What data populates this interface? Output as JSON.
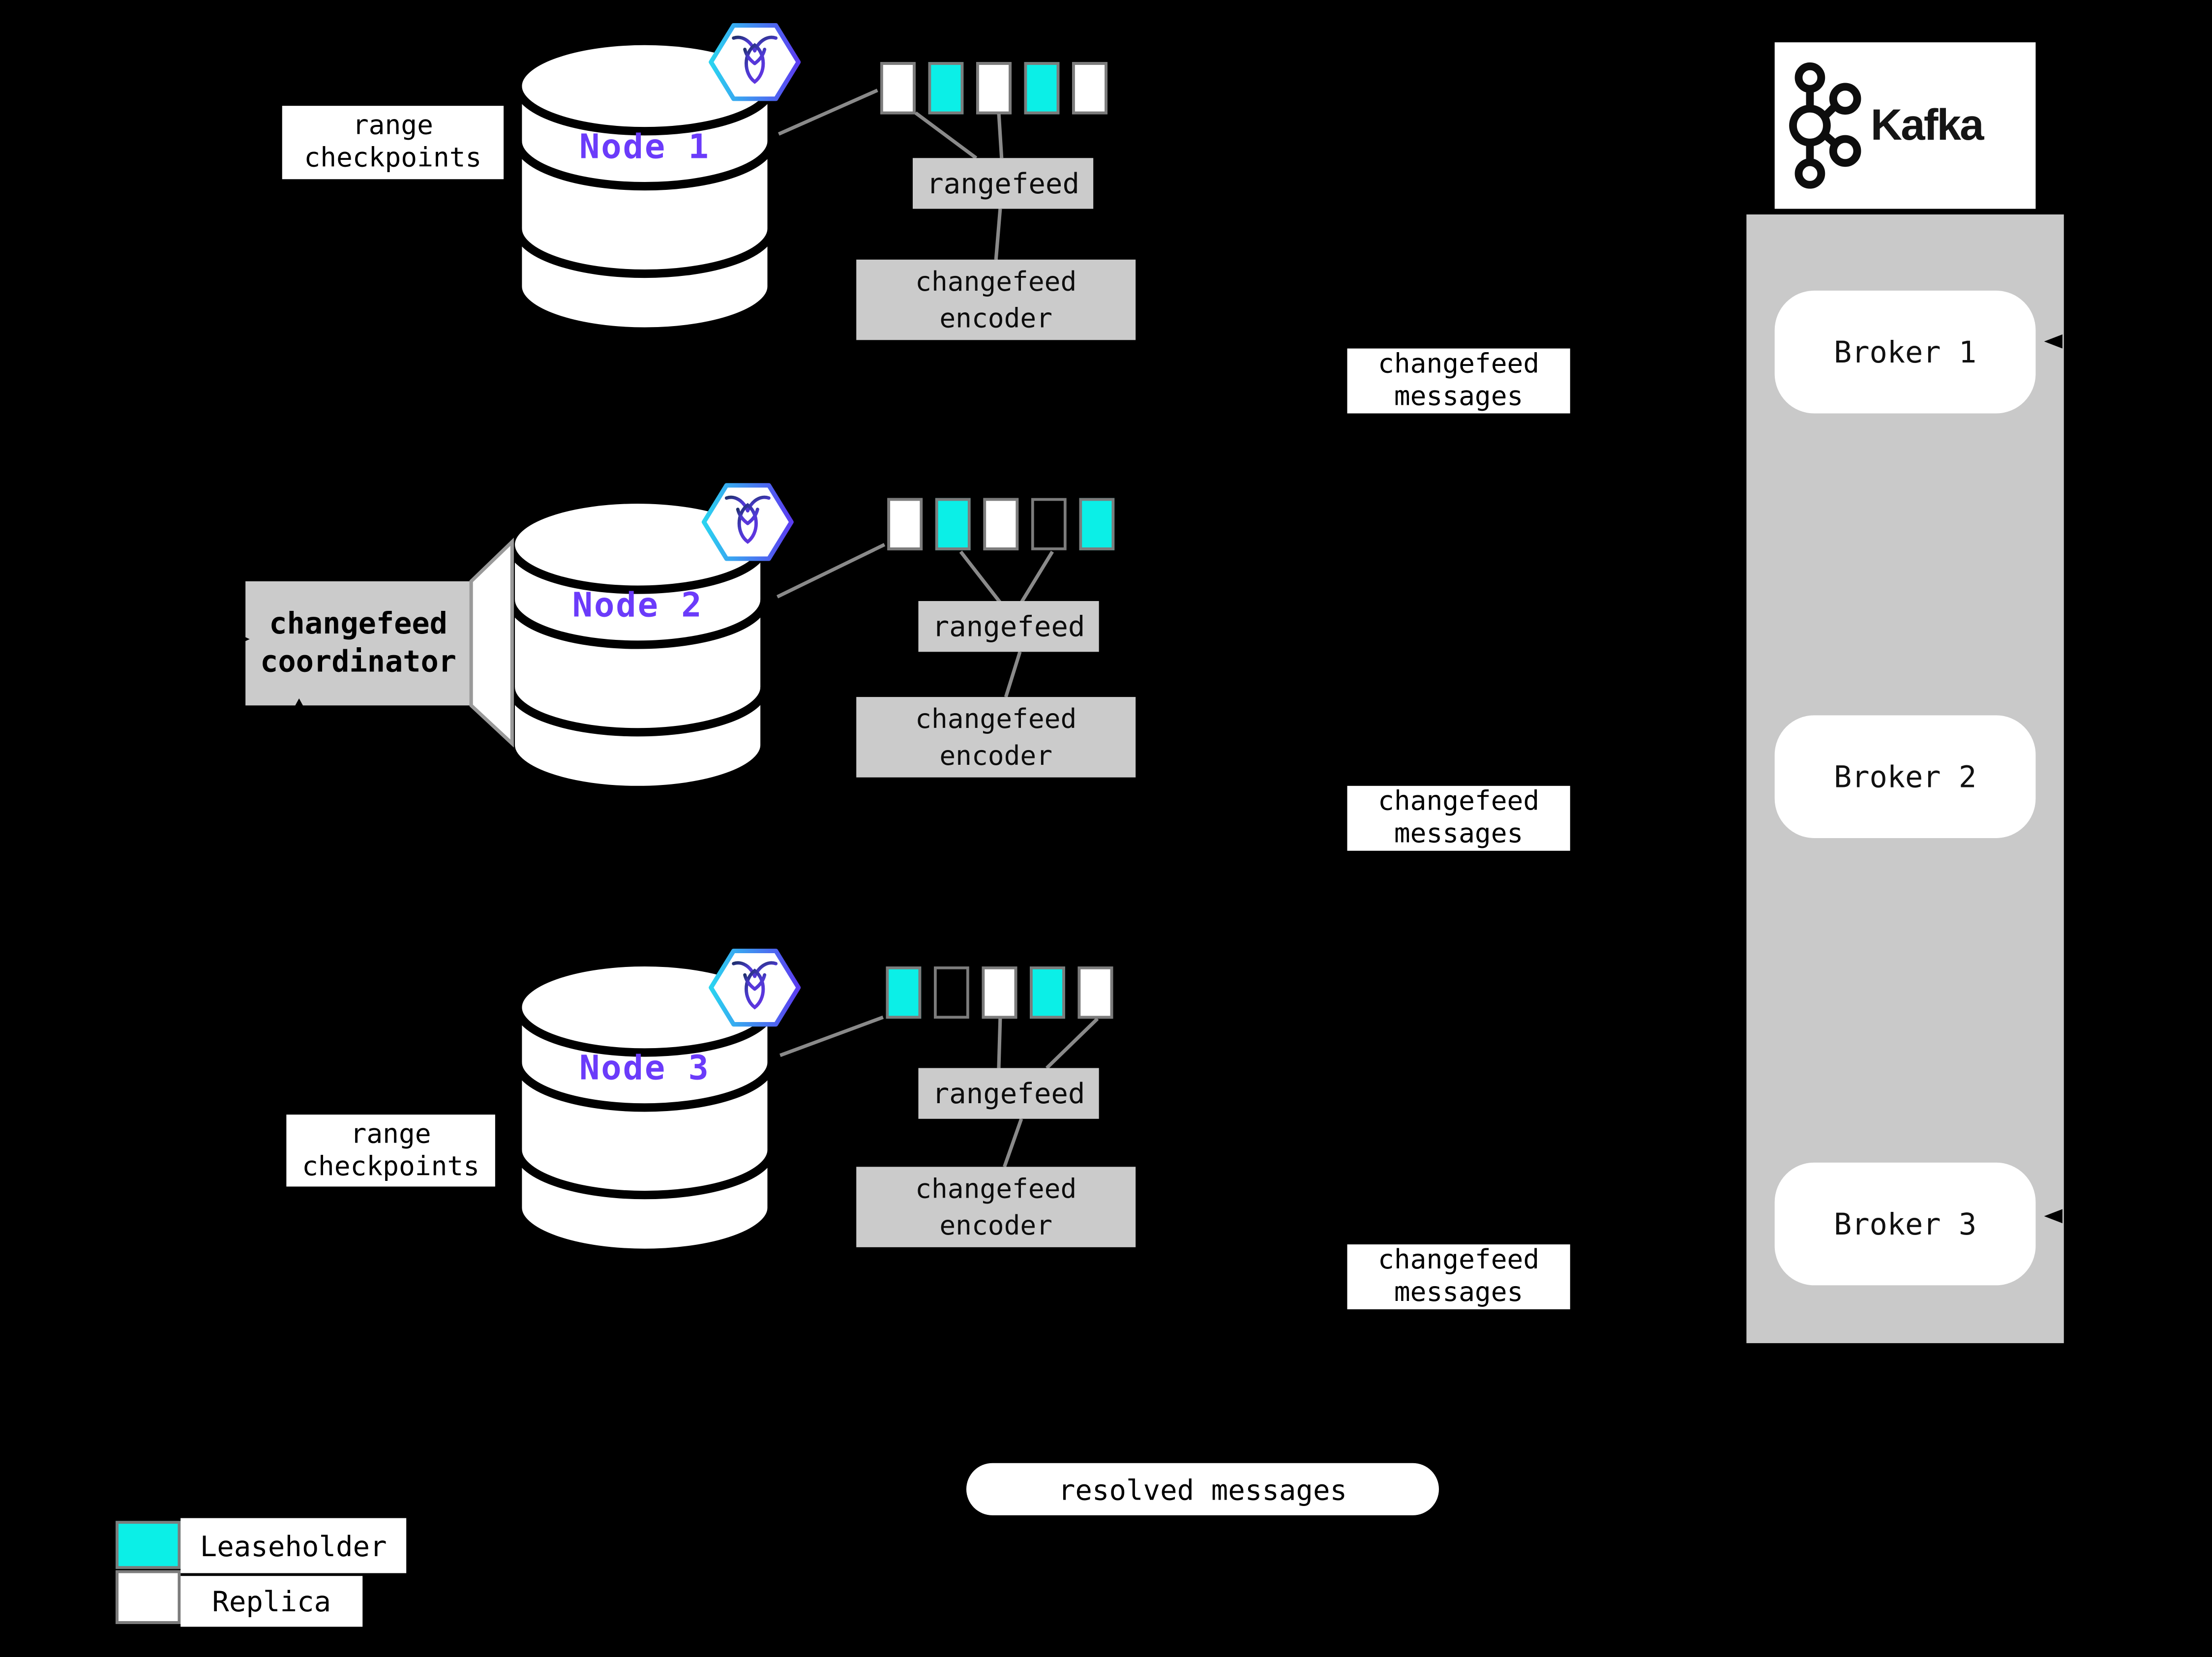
{
  "diagram": {
    "colors": {
      "leaseholder_cyan": "#0BEFE7",
      "replica_white": "#FFFFFF",
      "node_purple": "#6B3BFA",
      "box_gray": "#CBCBCB",
      "panel_gray": "#C9C9C9",
      "block_border": "#7C7C7C",
      "line_gray": "#8A8A8A"
    },
    "icons": {
      "node_badge": "cockroachdb-icon",
      "kafka_logo": "kafka-icon"
    },
    "nodes": [
      {
        "name": "Node 1",
        "ranges": [
          "replica",
          "leaseholder",
          "replica",
          "leaseholder",
          "replica"
        ]
      },
      {
        "name": "Node 2",
        "ranges": [
          "replica",
          "leaseholder",
          "replica",
          "empty",
          "leaseholder"
        ]
      },
      {
        "name": "Node 3",
        "ranges": [
          "leaseholder",
          "empty",
          "replica",
          "leaseholder",
          "replica"
        ]
      }
    ],
    "labels": {
      "range": "range",
      "checkpoints": "checkpoints",
      "changefeed": "changefeed",
      "coordinator": "coordinator",
      "rangefeed": "rangefeed",
      "encoder": "encoder",
      "messages": "messages",
      "resolved_messages": "resolved messages"
    },
    "kafka": {
      "title": "Kafka",
      "brokers": [
        "Broker 1",
        "Broker 2",
        "Broker 3"
      ]
    },
    "legend": [
      {
        "label": "Leaseholder",
        "type": "leaseholder"
      },
      {
        "label": "Replica",
        "type": "replica"
      }
    ]
  }
}
